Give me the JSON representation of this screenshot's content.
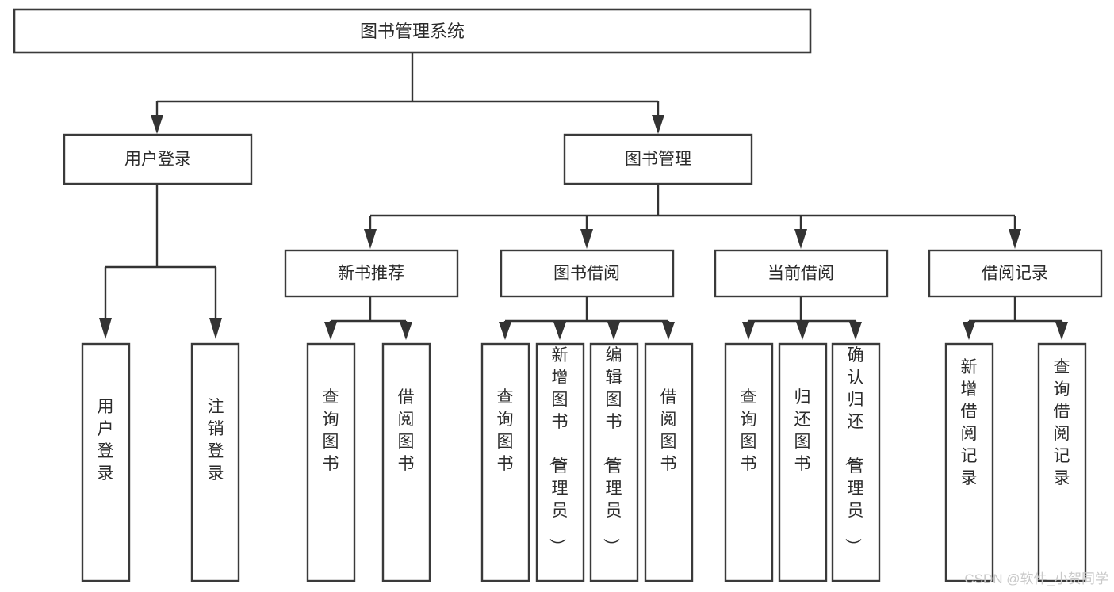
{
  "diagram": {
    "title": "图书管理系统",
    "type": "tree-hierarchy",
    "orientation": "top-down",
    "background_color": "#ffffff",
    "box_border_color": "#3a3a3a",
    "connector_color": "#333333",
    "label_color": "#2b2b2b",
    "levels": 3,
    "nodes": {
      "root": {
        "label": "图书管理系统"
      },
      "level2": [
        {
          "label": "用户登录"
        },
        {
          "label": "图书管理"
        }
      ],
      "level3_under_book_management": [
        {
          "label": "新书推荐"
        },
        {
          "label": "图书借阅"
        },
        {
          "label": "当前借阅"
        },
        {
          "label": "借阅记录"
        }
      ],
      "leaves_user_login": [
        {
          "label": "用户登录"
        },
        {
          "label": "注销登录"
        }
      ],
      "leaves_new_book_recommend": [
        {
          "label": "查询图书"
        },
        {
          "label": "借阅图书"
        }
      ],
      "leaves_book_borrow": [
        {
          "label": "查询图书"
        },
        {
          "label": "新增图书（管理员）"
        },
        {
          "label": "编辑图书（管理员）"
        },
        {
          "label": "借阅图书"
        }
      ],
      "leaves_current_borrow": [
        {
          "label": "查询图书"
        },
        {
          "label": "归还图书"
        },
        {
          "label": "确认归还（管理员）"
        }
      ],
      "leaves_borrow_record": [
        {
          "label": "新增借阅记录"
        },
        {
          "label": "查询借阅记录"
        }
      ]
    }
  },
  "watermark": {
    "text": "CSDN @软件_小贺同学",
    "color": "#c9c9c9"
  }
}
